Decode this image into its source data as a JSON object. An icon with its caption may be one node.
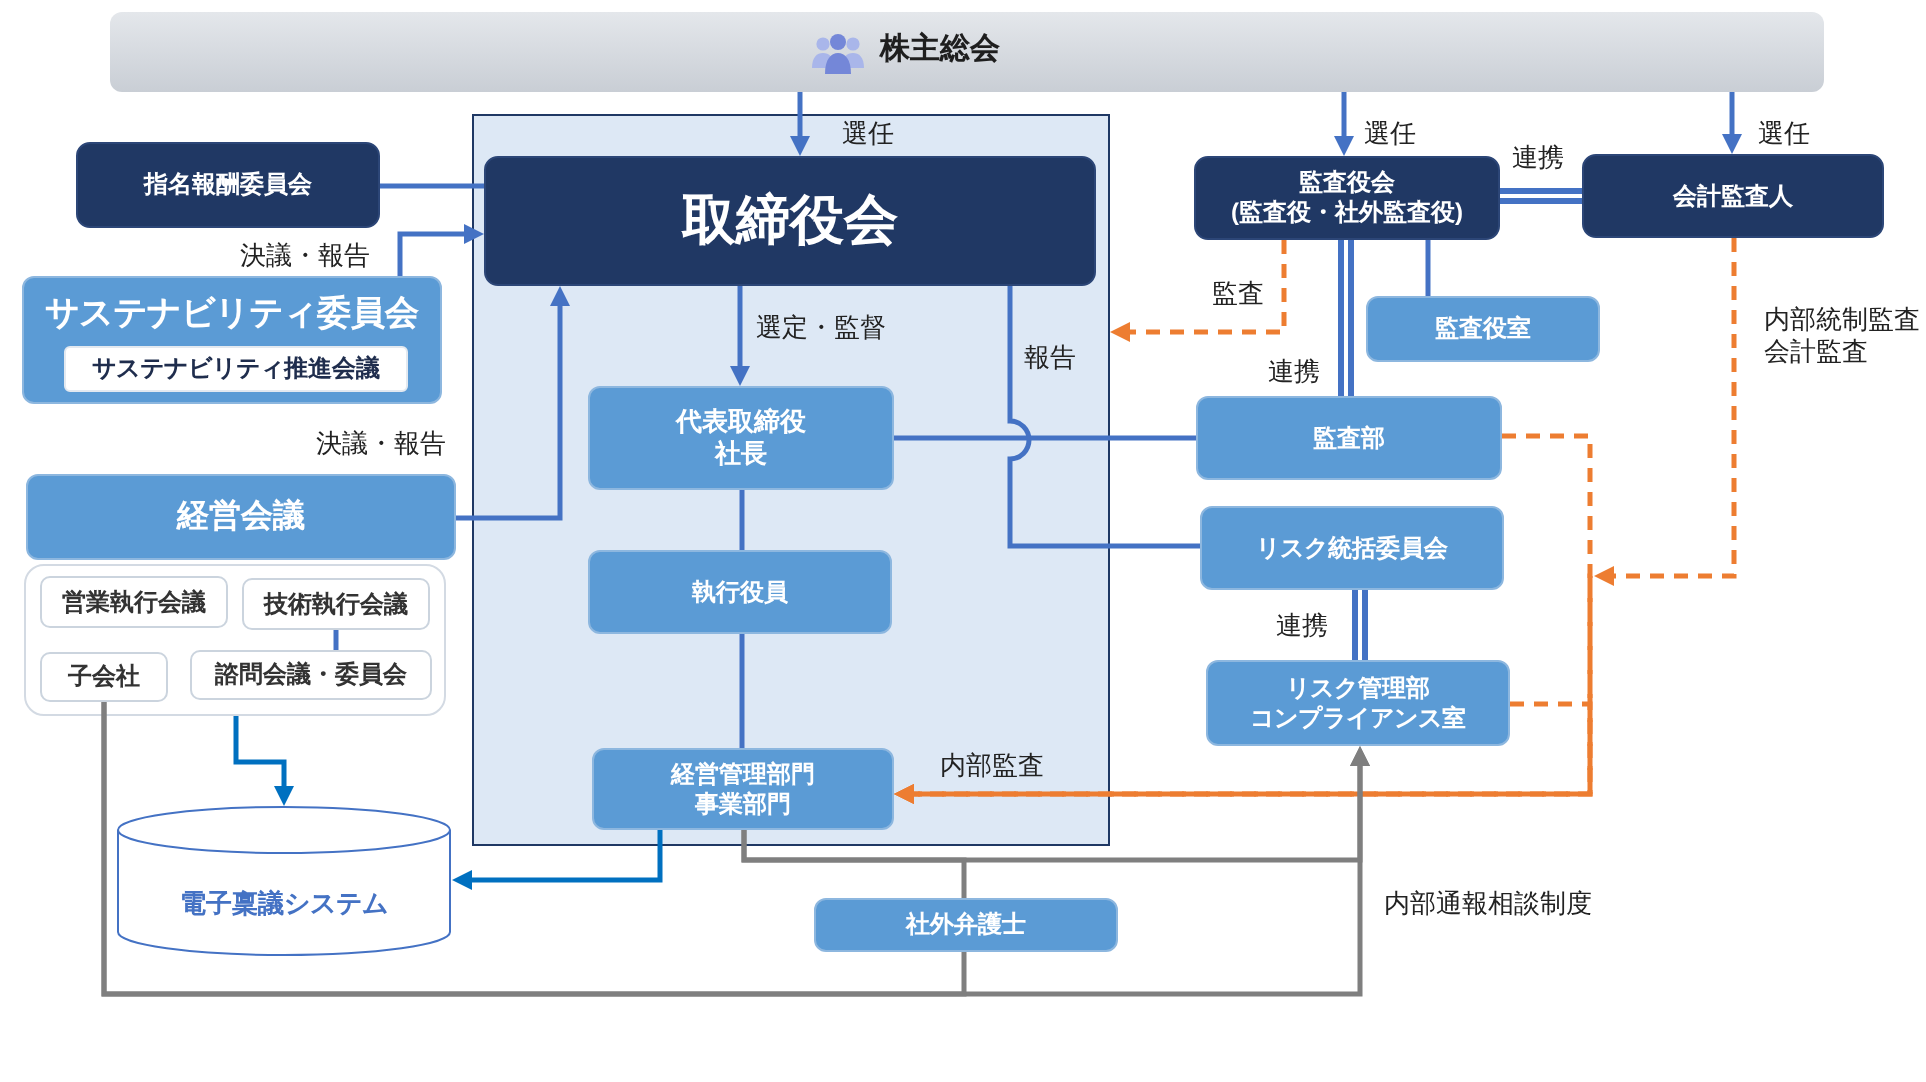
{
  "diagram": {
    "nodes": [
      {
        "text": [
          "株主総会"
        ]
      },
      {
        "text": [
          "指名報酬委員会"
        ]
      },
      {
        "text": [],
        "shape": "box"
      },
      {
        "text": [
          "取締役会"
        ],
        "in": 2
      },
      {
        "text": [
          "監査役会",
          "(監査役・社外監査役)"
        ]
      },
      {
        "text": [
          "会計監査人"
        ]
      },
      {
        "text": [
          "サステナビリティ委員会"
        ]
      },
      {
        "text": [
          "サステナビリティ推進会議"
        ],
        "in": 6
      },
      {
        "text": [
          "代表取締役",
          "社長"
        ],
        "in": 2
      },
      {
        "text": [
          "監査役室"
        ]
      },
      {
        "text": [
          "監査部"
        ]
      },
      {
        "text": [
          "経営会議"
        ]
      },
      {
        "text": [],
        "shape": "box"
      },
      {
        "text": [
          "営業執行会議"
        ],
        "in": 12
      },
      {
        "text": [
          "技術執行会議"
        ],
        "in": 12
      },
      {
        "text": [
          "子会社"
        ],
        "in": 12
      },
      {
        "text": [
          "諮問会議・委員会"
        ],
        "in": 12
      },
      {
        "text": [
          "執行役員"
        ],
        "in": 2
      },
      {
        "text": [
          "リスク統括委員会"
        ]
      },
      {
        "text": [
          "リスク管理部",
          "コンプライアンス室"
        ]
      },
      {
        "text": [
          "経営管理部門",
          "事業部門"
        ],
        "in": 2
      },
      {
        "text": [
          "電子稟議システム"
        ]
      },
      {
        "text": [
          "社外弁護士"
        ]
      }
    ],
    "edges": [
      {
        "from": 0,
        "to": 3,
        "arrow": "to",
        "label": "選任"
      },
      {
        "from": 0,
        "to": 4,
        "arrow": "to",
        "label": "選任"
      },
      {
        "from": 0,
        "to": 5,
        "arrow": "to",
        "label": "選任"
      },
      {
        "from": 1,
        "to": 3,
        "arrow": "none"
      },
      {
        "from": 6,
        "to": 3,
        "arrow": "to",
        "label": "決議・報告"
      },
      {
        "from": 11,
        "to": 3,
        "arrow": "to",
        "label": "決議・報告"
      },
      {
        "from": 3,
        "to": 8,
        "arrow": "to",
        "label": "選定・監督"
      },
      {
        "from": 4,
        "to": 5,
        "arrow": "none",
        "label": "連携",
        "style": "thick"
      },
      {
        "from": 4,
        "to": 2,
        "arrow": "to",
        "label": "監査",
        "style": "dashed",
        "color": "#ed7d31"
      },
      {
        "from": 4,
        "to": 9,
        "arrow": "none"
      },
      {
        "from": 4,
        "to": 10,
        "arrow": "none",
        "label": "連携",
        "style": "thick"
      },
      {
        "from": 5,
        "to": 20,
        "arrow": "to",
        "label": "内部統制監査会計監査",
        "style": "dashed",
        "color": "#ed7d31"
      },
      {
        "from": 18,
        "to": 3,
        "arrow": "none",
        "label": "報告"
      },
      {
        "from": 8,
        "to": 10,
        "arrow": "none"
      },
      {
        "from": 8,
        "to": 17,
        "arrow": "none"
      },
      {
        "from": 17,
        "to": 20,
        "arrow": "none"
      },
      {
        "from": 10,
        "to": 20,
        "arrow": "to",
        "label": "内部監査",
        "style": "dashed",
        "color": "#ed7d31"
      },
      {
        "from": 18,
        "to": 19,
        "arrow": "none",
        "label": "連携",
        "style": "thick"
      },
      {
        "from": 19,
        "to": 20,
        "arrow": "to",
        "style": "dashed",
        "color": "#ed7d31"
      },
      {
        "from": 14,
        "to": 16,
        "arrow": "none"
      },
      {
        "from": 12,
        "to": 21,
        "arrow": "to",
        "color": "#0070c0"
      },
      {
        "from": 20,
        "to": 21,
        "arrow": "to",
        "color": "#0070c0"
      },
      {
        "from": 15,
        "to": 19,
        "arrow": "to",
        "label": "内部通報相談制度",
        "color": "#7f7f7f"
      },
      {
        "from": 20,
        "to": 19,
        "arrow": "to",
        "color": "#7f7f7f"
      },
      {
        "from": 15,
        "to": 22,
        "arrow": "none",
        "color": "#7f7f7f"
      },
      {
        "from": 20,
        "to": 22,
        "arrow": "none",
        "color": "#7f7f7f"
      }
    ]
  }
}
